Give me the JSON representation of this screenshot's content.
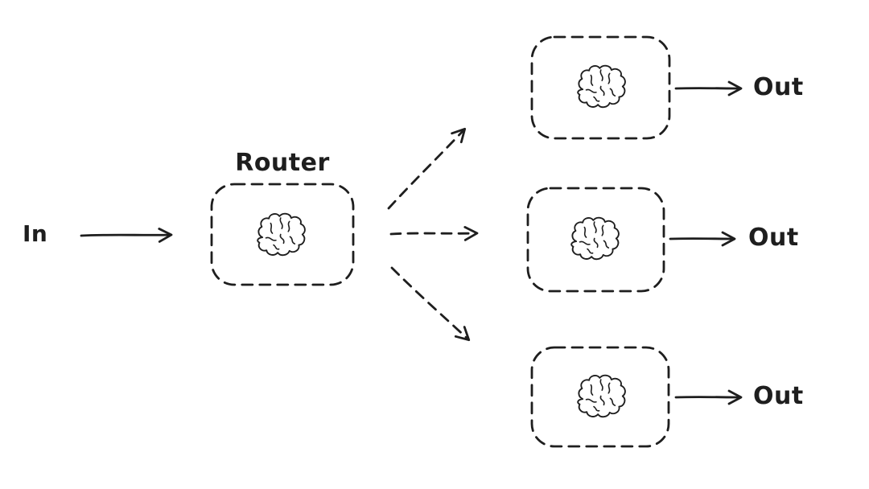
{
  "diagram": {
    "title": "router-fanout-diagram",
    "background_color": "#ffffff",
    "ink_color": "#1e1e1e",
    "input": {
      "label": "In"
    },
    "router": {
      "label": "Router",
      "icon": "brain-icon",
      "box_style": "dashed"
    },
    "route_arrows": [
      {
        "name": "route-arrow-top",
        "style": "dashed",
        "direction": "up-right"
      },
      {
        "name": "route-arrow-middle",
        "style": "dashed",
        "direction": "right"
      },
      {
        "name": "route-arrow-bottom",
        "style": "dashed",
        "direction": "down-right"
      }
    ],
    "outputs": [
      {
        "label": "Out",
        "icon": "brain-icon",
        "box_style": "dashed"
      },
      {
        "label": "Out",
        "icon": "brain-icon",
        "box_style": "dashed"
      },
      {
        "label": "Out",
        "icon": "brain-icon",
        "box_style": "dashed"
      }
    ]
  }
}
